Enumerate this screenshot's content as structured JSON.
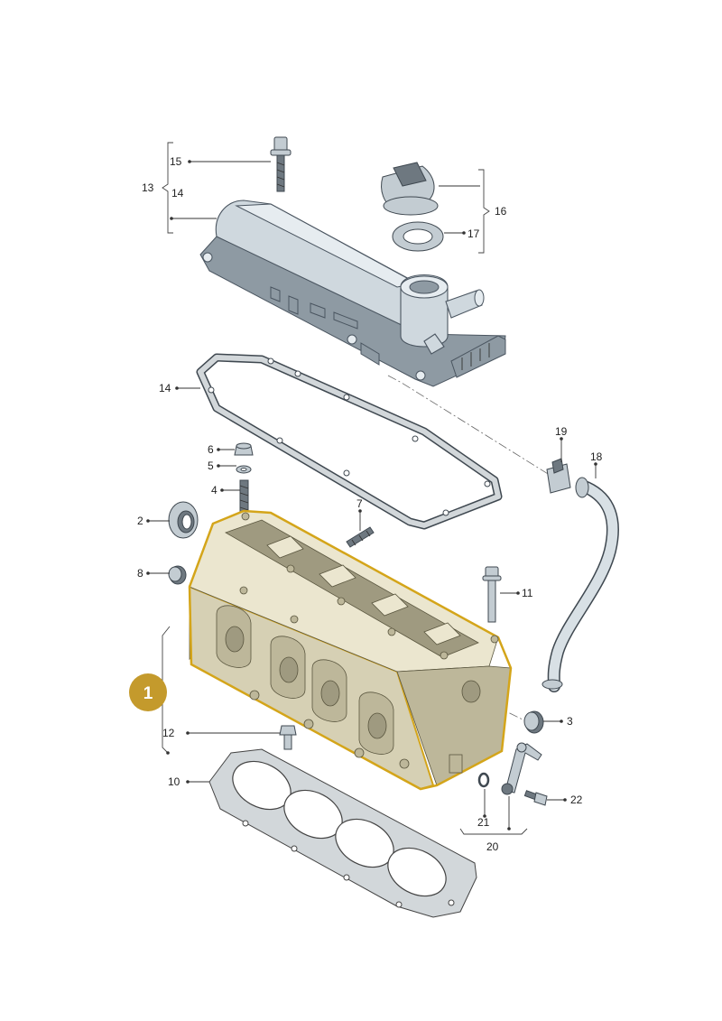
{
  "callouts": {
    "c1": "1",
    "c2": "2",
    "c3": "3",
    "c4": "4",
    "c5": "5",
    "c6": "6",
    "c7": "7",
    "c8": "8",
    "c10": "10",
    "c11": "11",
    "c12": "12",
    "c13": "13",
    "c14a": "14",
    "c14b": "14",
    "c15": "15",
    "c16": "16",
    "c17": "17",
    "c18": "18",
    "c19": "19",
    "c20": "20",
    "c21": "21",
    "c22": "22"
  },
  "highlight": {
    "badge_color": "#c49a2c",
    "part_outline_color": "#d4a51a"
  }
}
